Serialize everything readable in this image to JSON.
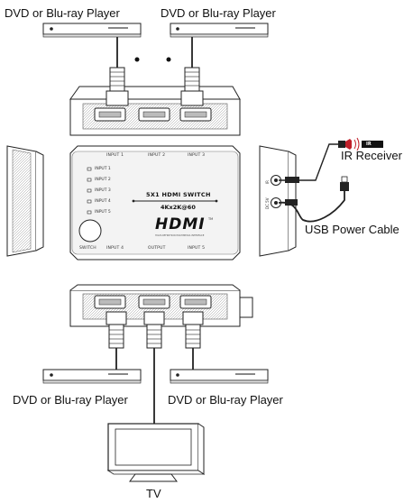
{
  "labels": {
    "player_top_left": "DVD or Blu-ray Player",
    "player_top_right": "DVD or Blu-ray Player",
    "player_bottom_left": "DVD or Blu-ray Player",
    "player_bottom_right": "DVD or Blu-ray Player",
    "ir_receiver": "IR Receiver",
    "usb_power_cable": "USB Power Cable",
    "tv": "TV"
  },
  "switch_front": {
    "top_port_labels": [
      "INPUT 1",
      "INPUT 2",
      "INPUT 3"
    ],
    "led_labels": [
      "INPUT 1",
      "INPUT 2",
      "INPUT 3",
      "INPUT 4",
      "INPUT 5"
    ],
    "title": "5X1 HDMI SWITCH",
    "resolution": "4Kx2K@60",
    "logo": "HDMI",
    "logo_tm": "TM",
    "logo_subtitle": "HIGH-DEFINITION MULTIMEDIA INTERFACE",
    "switch_button_label": "SWITCH",
    "bottom_port_labels": [
      "INPUT 4",
      "OUTPUT",
      "INPUT 5"
    ]
  },
  "switch_side": {
    "ir_port_label": "IR",
    "dc_port_label": "DC 5V"
  },
  "ir_receiver_tag": "IR"
}
